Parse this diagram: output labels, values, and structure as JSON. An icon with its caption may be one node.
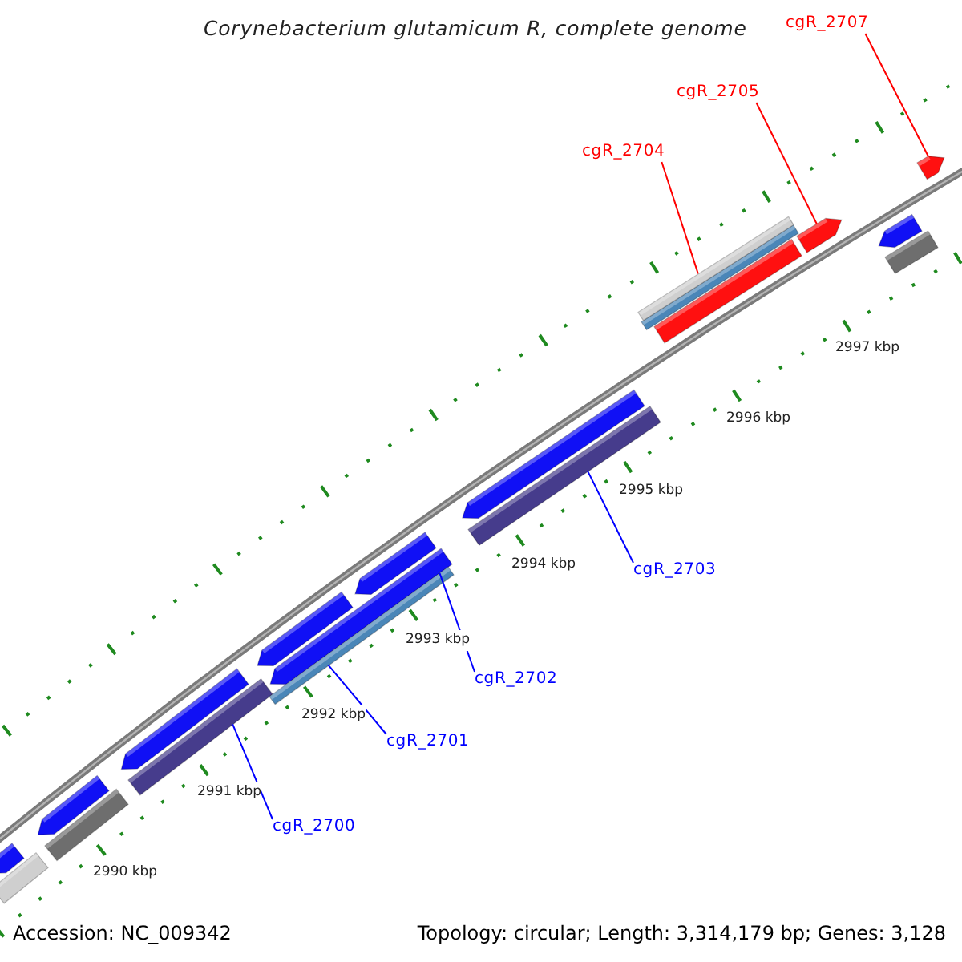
{
  "diagram": {
    "title": "Corynebacterium glutamicum R, complete genome",
    "nodes": [
      {
        "text": [
          "cgR_2707"
        ]
      },
      {
        "text": [
          "cgR_2705"
        ]
      },
      {
        "text": [
          "cgR_2704"
        ]
      },
      {
        "text": [
          "cgR_2703"
        ]
      },
      {
        "text": [
          "cgR_2702"
        ]
      },
      {
        "text": [
          "cgR_2701"
        ]
      },
      {
        "text": [
          "cgR_2700"
        ]
      },
      {
        "text": [],
        "shape": "bar"
      },
      {
        "text": [],
        "shape": "bar"
      },
      {
        "text": [],
        "shape": "bar"
      },
      {
        "text": [],
        "shape": "bar"
      },
      {
        "text": [],
        "shape": "bar"
      },
      {
        "text": [],
        "shape": "bar"
      },
      {
        "text": [],
        "shape": "bar"
      }
    ],
    "edges": [
      {
        "from": 0,
        "to": 13,
        "arrow": "none",
        "color": "#ff0000"
      },
      {
        "from": 1,
        "to": 12,
        "arrow": "none",
        "color": "#ff0000"
      },
      {
        "from": 2,
        "to": 11,
        "arrow": "none",
        "color": "#ff0000"
      },
      {
        "from": 3,
        "to": 10,
        "arrow": "none"
      },
      {
        "from": 4,
        "to": 8,
        "arrow": "none"
      },
      {
        "from": 5,
        "to": 9,
        "arrow": "none"
      },
      {
        "from": 6,
        "to": 7,
        "arrow": "none"
      }
    ],
    "labels": [
      "2997 kbp",
      "2996 kbp",
      "2995 kbp",
      "2994 kbp",
      "2993 kbp",
      "2992 kbp",
      "2991 kbp",
      "2990 kbp",
      "Accession: NC_009342",
      "Topology: circular; Length: 3,314,179 bp; Genes: 3,128"
    ]
  }
}
